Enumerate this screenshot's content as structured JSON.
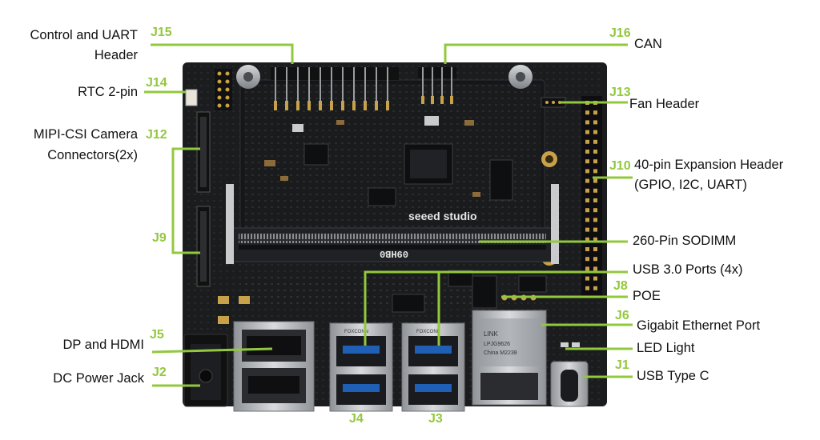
{
  "colors": {
    "leader": "#92c83e",
    "label_text": "#111111",
    "jid_text": "#92c83e",
    "pcb": "#1b1c1e",
    "pcb_trace": "#2a2b2e",
    "pad": "#c8a24a",
    "usb_blue": "#1f5fb5",
    "metal": "#b9bcc0"
  },
  "board_text": {
    "brand": "seeed studio",
    "module_code": "09HB0",
    "lan_marking_1": "LINK",
    "lan_marking_2": "LPJG9626",
    "lan_marking_3": "China M2238",
    "usb_brand_1": "FOXCONN",
    "usb_brand_2": "FOXCONN"
  },
  "labels": {
    "control_uart_1": "Control and UART",
    "control_uart_2": "Header",
    "rtc": "RTC 2-pin",
    "mipi_1": "MIPI-CSI Camera",
    "mipi_2": "Connectors(2x)",
    "dp_hdmi": "DP and HDMI",
    "dc_jack": "DC Power Jack",
    "can": "CAN",
    "fan": "Fan Header",
    "expansion_1": "40-pin Expansion Header",
    "expansion_2": "(GPIO, I2C, UART)",
    "sodimm": "260-Pin SODIMM",
    "usb3": "USB 3.0 Ports (4x)",
    "poe": "POE",
    "ethernet": "Gigabit Ethernet Port",
    "led": "LED Light",
    "usbc": "USB Type C"
  },
  "connector_ids": {
    "j15": "J15",
    "j14": "J14",
    "j12": "J12",
    "j9": "J9",
    "j5": "J5",
    "j2": "J2",
    "j16": "J16",
    "j13": "J13",
    "j10": "J10",
    "j8": "J8",
    "j6": "J6",
    "j1": "J1",
    "j4": "J4",
    "j3": "J3"
  }
}
